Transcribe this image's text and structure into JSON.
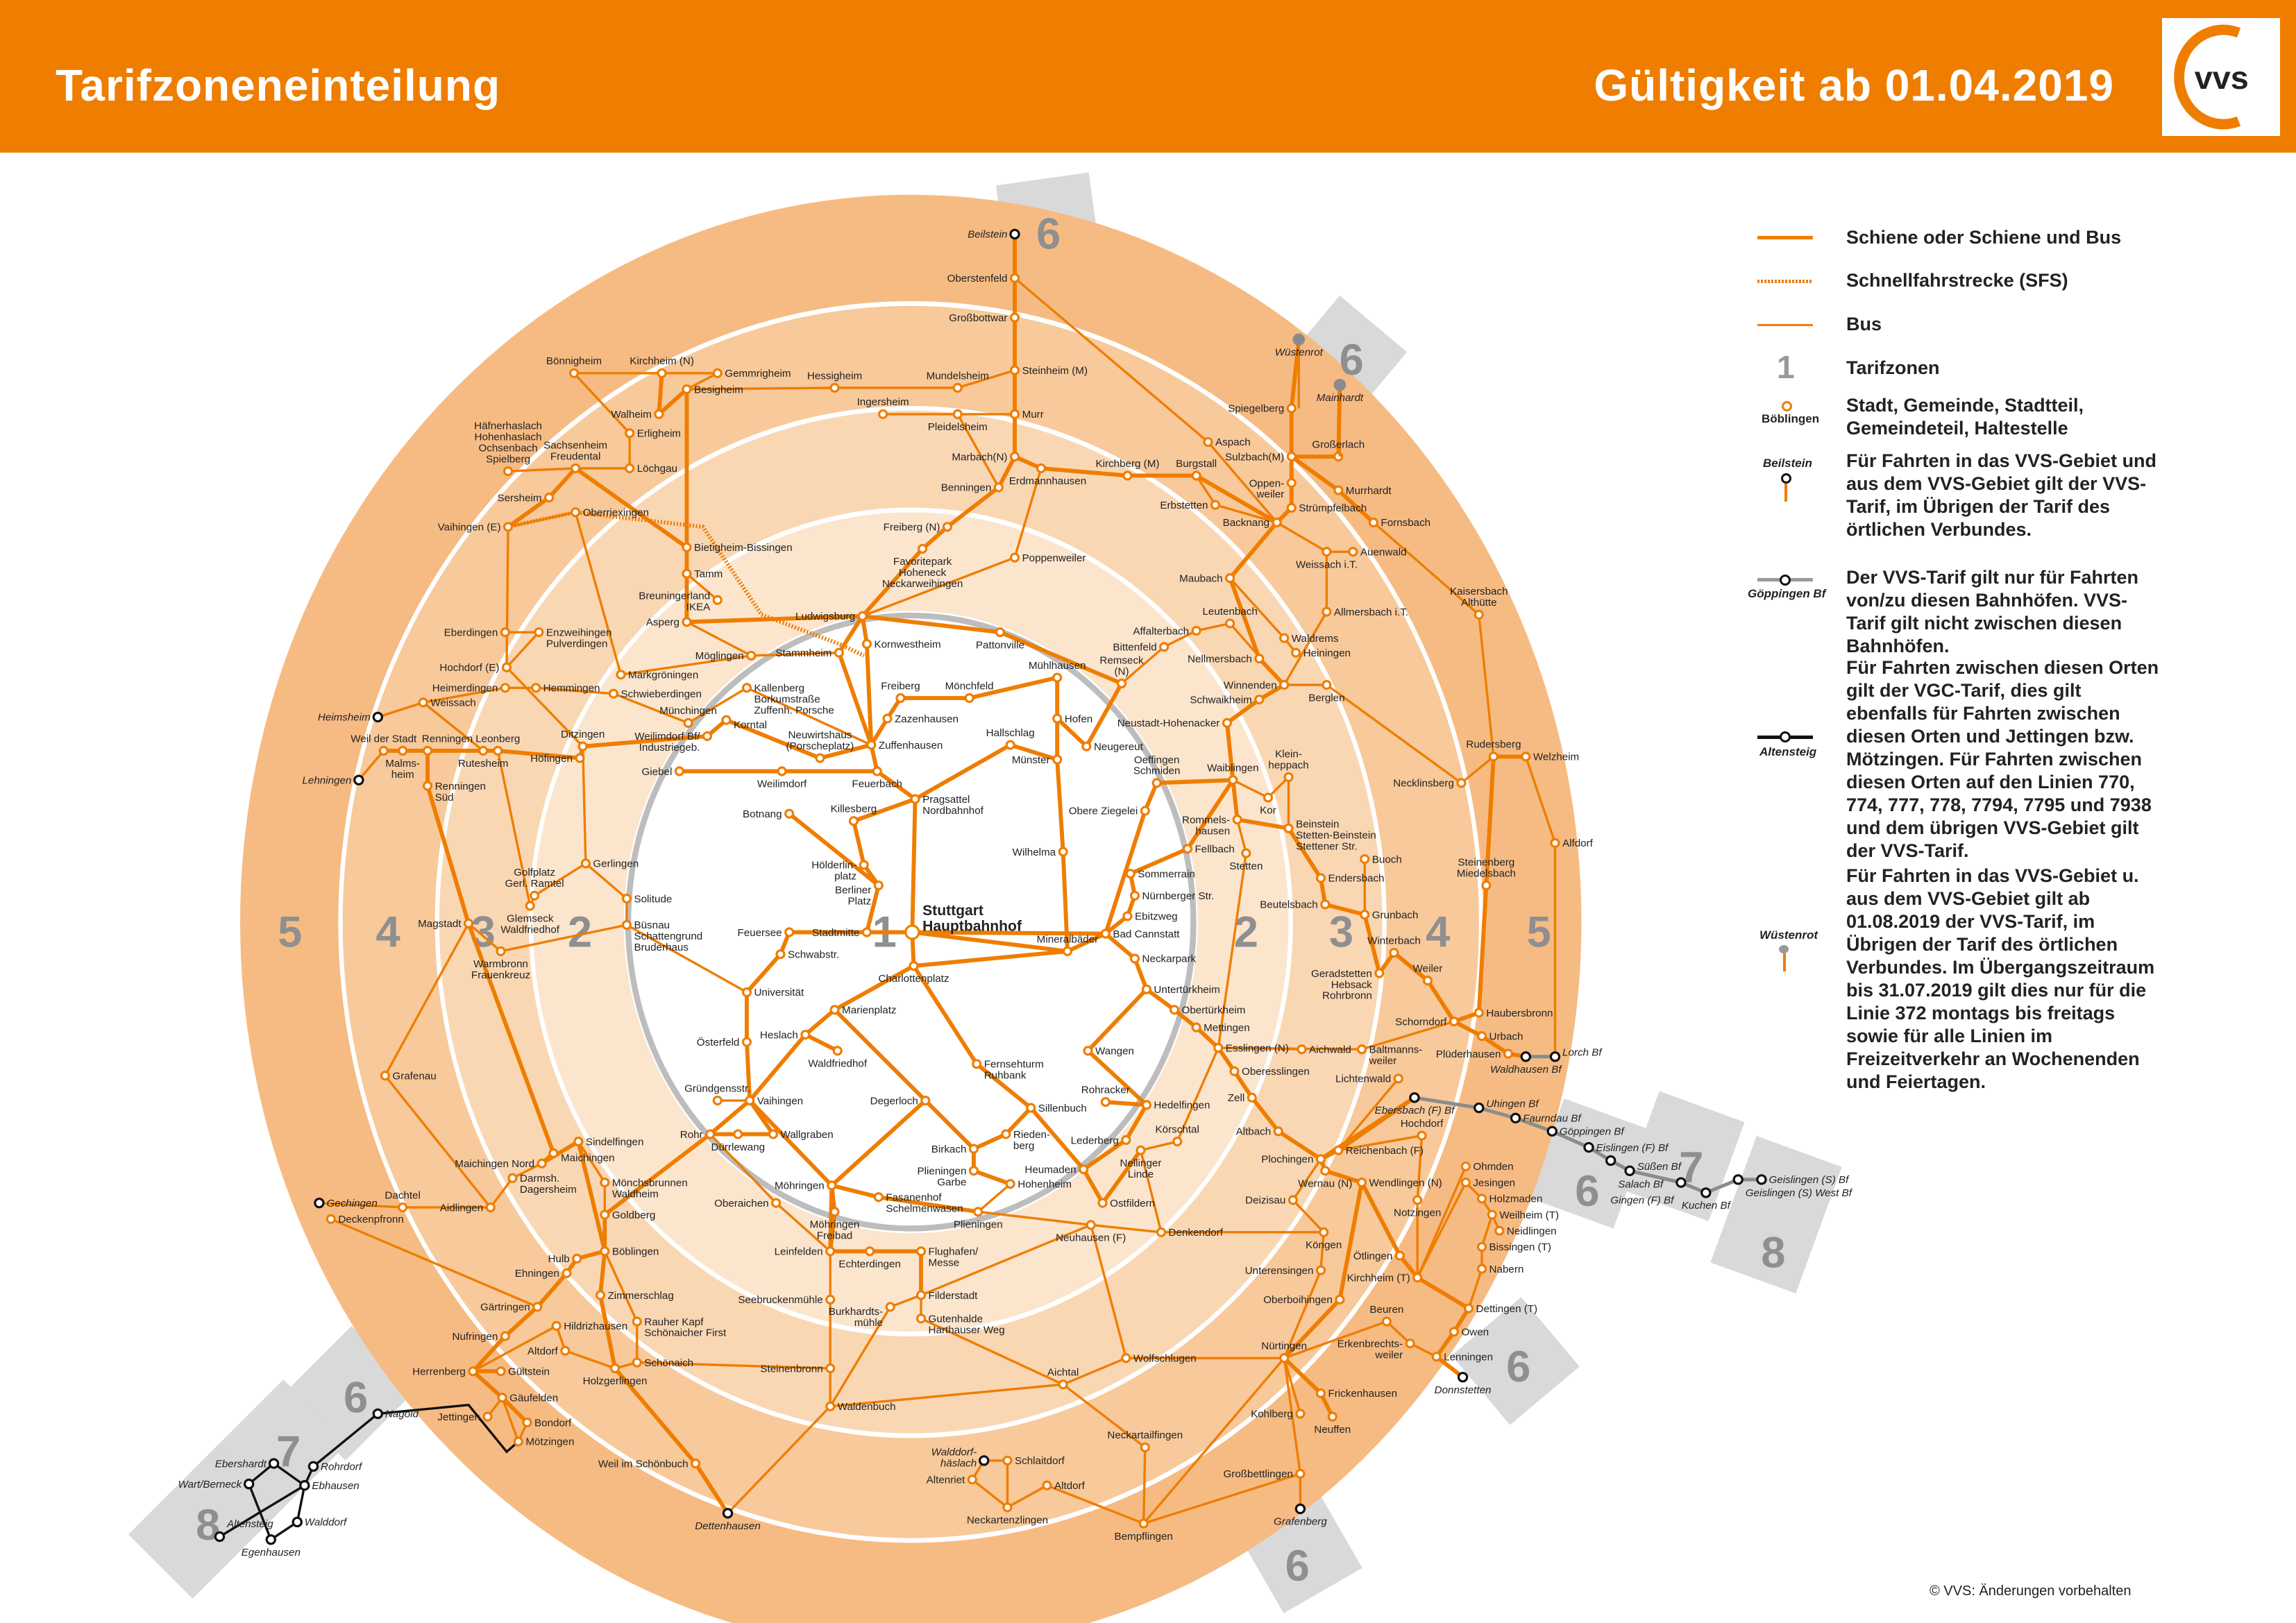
{
  "header": {
    "title": "Tarifzoneneinteilung",
    "validity": "Gültigkeit ab 01.04.2019",
    "logo_text": "vvs"
  },
  "colors": {
    "brand": "#ef7d00",
    "line": "#ef7d00",
    "zone5": "#f6bb83",
    "zone4": "#f8c99a",
    "zone3": "#fad7b3",
    "zone2": "#fce5cd",
    "zone1": "#ffffff",
    "zone_ext": "#d9d9d9",
    "gray_rail": "#8c8c8c"
  },
  "legend": {
    "rail": "Schiene oder Schiene und Bus",
    "sfs": "Schnellfahrstrecke (SFS)",
    "bus": "Bus",
    "zones_symbol": "1",
    "zones": "Tarifzonen",
    "stop_example": "Böblingen",
    "stop": "Stadt, Gemeinde, Stadtteil, Gemeindeteil, Haltestelle",
    "border_example": "Beilstein",
    "border": "Für Fahrten in das VVS-Gebiet und aus dem VVS-Gebiet gilt der VVS-Tarif, im Übrigen der Tarif des örtlichen Verbundes.",
    "gray_example": "Göppingen Bf",
    "gray": "Der VVS-Tarif gilt nur für Fahrten von/zu diesen Bahnhöfen. VVS-Tarif gilt nicht zwischen diesen Bahnhöfen.",
    "vgc_example": "Altensteig",
    "vgc": "Für Fahrten zwischen diesen Orten gilt der VGC-Tarif, dies gilt ebenfalls für Fahrten zwischen diesen Orten und Jettingen bzw. Mötzingen. Für Fahrten zwischen diesen Orten auf den Linien 770, 774, 777, 778, 7794, 7795 und 7938 und dem übrigen VVS-Gebiet gilt der VVS-Tarif.",
    "future_example": "Wüstenrot",
    "future": "Für Fahrten in das VVS-Gebiet u. aus dem VVS-Gebiet gilt ab 01.08.2019 der VVS-Tarif, im Übrigen der Tarif des örtlichen Verbundes. Im Übergangszeitraum bis 31.07.2019 gilt dies nur für die Linie 372 montags bis freitags sowie für alle Linien im Freizeitverkehr an Wochenenden und Feiertagen."
  },
  "zone_labels": [
    "5",
    "4",
    "3",
    "2",
    "1",
    "2",
    "3",
    "4",
    "5",
    "6",
    "6",
    "6",
    "7",
    "8",
    "6",
    "6",
    "6",
    "7",
    "8"
  ],
  "central_station": "Stuttgart\nHauptbahnhof",
  "stations": [
    "Oberstenfeld",
    "Großbottwar",
    "Steinheim (M)",
    "Murr",
    "Marbach(N)",
    "Mundelsheim",
    "Hessigheim",
    "Ingersheim",
    "Pleidelsheim",
    "Benningen",
    "Erdmannhausen",
    "Kirchberg (M)",
    "Burgstall",
    "Erbstetten",
    "Aspach",
    "Spiegelberg",
    "Sulzbach(M)",
    "Oppen-\nweiler",
    "Großerlach",
    "Murrhardt",
    "Strümpfelbach",
    "Fornsbach",
    "Backnang",
    "Weissach i.T.",
    "Auenwald",
    "Kaisersbach\nAlthütte",
    "Maubach",
    "Leutenbach",
    "Allmersbach i.T.",
    "Waldrems",
    "Heiningen",
    "Affalterbach",
    "Bittenfeld",
    "Nellmersbach",
    "Winnenden",
    "Berglen",
    "Schwaikheim",
    "Neustadt-Hohenacker",
    "Remseck\n(N)",
    "Neugereut",
    "Hofen",
    "Mühlhausen",
    "Pattonville",
    "Poppenweiler",
    "Freiberg (N)",
    "Favoritepark\nHoheneck\nNeckarweihingen",
    "Ludwigsburg",
    "Kornwestheim",
    "Bietigheim-Bissingen",
    "Tamm",
    "Breuningerland\nIKEA",
    "Asperg",
    "Möglingen",
    "Stammheim",
    "Markgröningen",
    "Schwieberdingen",
    "Kallenberg\nBorkumstraße\nZuffenh. Porsche",
    "Münchingen",
    "Korntal",
    "Weilimdorf Bf/\nIndustriegeb.",
    "Neuwirtshaus\n(Porscheplatz)",
    "Zuffenhausen",
    "Zazenhausen",
    "Freiberg",
    "Mönchfeld",
    "Hallschlag",
    "Münster",
    "Feuerbach",
    "Weilimdorf",
    "Giebel",
    "Ditzingen",
    "Hemmingen",
    "Heimerdingen",
    "Weissach",
    "Eberdingen",
    "Enzweihingen\nPulverdingen",
    "Hochdorf (E)",
    "Vaihingen (E)",
    "Sersheim",
    "Oberriexingen",
    "Häfnerhaslach\nHohenhaslach\nOchsenbach\nSpielberg",
    "Sachsenheim\nFreudental",
    "Löchgau",
    "Erligheim",
    "Walheim",
    "Besigheim",
    "Bönnigheim",
    "Kirchheim (N)",
    "Gemmrigheim",
    "Weil der Stadt",
    "Malms-\nheim",
    "Renningen",
    "Rutesheim",
    "Renningen\nSüd",
    "Leonberg",
    "Höfingen",
    "Gerlingen",
    "Golfplatz\nGerl. Ramtel",
    "Glemseck\nWaldfriedhof",
    "Solitude",
    "Magstadt",
    "Warmbronn\nFrauenkreuz",
    "Büsnau\nSchattengrund\nBruderhaus",
    "Botnang",
    "Killesberg",
    "Pragsattel\nNordbahnhof",
    "Hölderlin-\nplatz",
    "Berliner\nPlatz",
    "Stadtmitte",
    "Feuersee",
    "Schwabstr.",
    "Charlottenplatz",
    "Mineralbäder",
    "Wilhelma",
    "Obere Ziegelei",
    "Oeffingen\nSchmiden",
    "Waiblingen",
    "Kor",
    "Klein-\nheppach",
    "Rommels-\nhausen",
    "Fellbach",
    "Stetten",
    "Beinstein\nStetten-Beinstein\nStettener Str.",
    "Endersbach",
    "Buoch",
    "Beutelsbach",
    "Grunbach",
    "Sommerrain",
    "Nürnberger Str.",
    "Ebitzweg",
    "Bad Cannstatt",
    "Neckarpark",
    "Untertürkheim",
    "Obertürkheim",
    "Mettingen",
    "Esslingen (N)",
    "Oberesslingen",
    "Aichwald",
    "Baltmanns-\nweiler",
    "Geradstetten\nHebsack\nRohrbronn",
    "Winterbach",
    "Weiler",
    "Schorndorf",
    "Haubersbronn",
    "Urbach",
    "Plüderhausen",
    "Lichtenwald",
    "Necklinsberg",
    "Rudersberg",
    "Welzheim",
    "Alfdorf",
    "Steinenberg\nMiedelsbach",
    "Zell",
    "Altbach",
    "Plochingen",
    "Wernau (N)",
    "Reichenbach (F)",
    "Hochdorf",
    "Wendlingen (N)",
    "Notzingen",
    "Ohmden",
    "Jesingen",
    "Holzmaden",
    "Weilheim (T)",
    "Neidlingen",
    "Bissingen (T)",
    "Nabern",
    "Kirchheim (T)",
    "Ötlingen",
    "Dettingen (T)",
    "Owen",
    "Beuren",
    "Erkenbrechts-\nweiler",
    "Lenningen",
    "Oberboihingen",
    "Unterensingen",
    "Köngen",
    "Denkendorf",
    "Deizisau",
    "Körschtal",
    "Nellinger\nLinde",
    "Ostfildern",
    "Neuhausen (F)",
    "Heumaden",
    "Lederberg",
    "Sillenbuch",
    "Rieden-\nberg",
    "Rohracker",
    "Hedelfingen",
    "Wangen",
    "Fernsehturm\nRuhbank",
    "Degerloch",
    "Birkach",
    "Plieningen\nGarbe",
    "Hohenheim",
    "Plieningen",
    "Fasanenhof\nSchelmenwasen",
    "Möhringen",
    "Möhringen\nFreibad",
    "Leinfelden",
    "Echterdingen",
    "Flughafen/\nMesse",
    "Filderstadt",
    "Burkhardts-\nmühle",
    "Seebruckenmühle",
    "Gutenhalde\nHarthauser Weg",
    "Steinenbronn",
    "Waldenbuch",
    "Aichtal",
    "Wolfschlugen",
    "Nürtingen",
    "Frickenhausen",
    "Kohlberg",
    "Neuffen",
    "Neckartailfingen",
    "Großbettlingen",
    "Bempflingen",
    "Schlaitdorf",
    "Altenriet",
    "Altdorf",
    "Neckartenzlingen",
    "Weil im Schönbuch",
    "Schönaich",
    "Holzgerlingen",
    "Altdorf ",
    "Hildrizhausen",
    "Rauher Kapf\nSchönaicher First",
    "Zimmerschlag",
    "Böblingen",
    "Hulb",
    "Ehningen",
    "Gärtringen",
    "Nufringen",
    "Herrenberg",
    "Gültstein",
    "Gäufelden",
    "Bondorf",
    "Mötzingen",
    "Jettingen",
    "Goldberg",
    "Mönchsbrunnen\nWaldheim",
    "Sindelfingen",
    "Maichingen",
    "Maichingen Nord",
    "Darmsh.\nDagersheim",
    "Aidlingen",
    "Dachtel",
    "Deckenpfronn",
    "Grafenau",
    "Gründgensstr.",
    "Vaihingen",
    "Rohr",
    "Dürrlewang",
    "Wallgraben",
    "Oberaichen",
    "Universität",
    "Österfeld",
    "Heslach",
    "Waldfriedhof",
    "Marienplatz"
  ],
  "border_stations": [
    "Beilstein",
    "Heimsheim",
    "Lehningen",
    "Gechingen",
    "Dettenhausen",
    "Walddorf-\nhäslach",
    "Grafenberg",
    "Donnstetten",
    "Waldhausen Bf",
    "Lorch Bf",
    "Ebersbach (F) Bf"
  ],
  "gray_rail_stations": [
    "Uhingen Bf",
    "Faurndau Bf",
    "Göppingen Bf",
    "Eislingen (F) Bf",
    "Salach Bf",
    "Süßen Bf",
    "Gingen (F) Bf",
    "Kuchen Bf",
    "Geislingen (S) West Bf",
    "Geislingen (S) Bf"
  ],
  "vgc_stations": [
    "Nagold",
    "Rohrdorf",
    "Ebhausen",
    "Ebershardt",
    "Wart/Berneck",
    "Walddorf",
    "Altensteig",
    "Egenhausen"
  ],
  "future_stations": [
    "Wüstenrot",
    "Mainhardt"
  ],
  "footer": {
    "copyright": "© VVS: Änderungen vorbehalten"
  }
}
